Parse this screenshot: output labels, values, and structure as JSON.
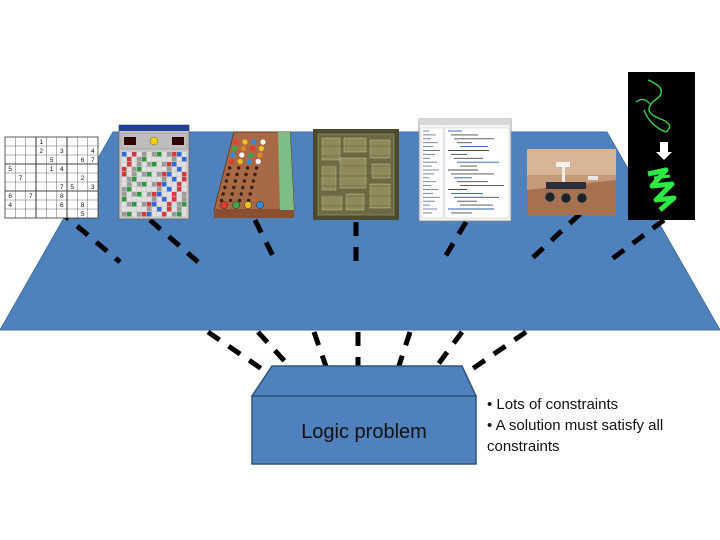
{
  "colors": {
    "plane": "#4f81bd",
    "plane_edge": "#41709f",
    "box": "#4f81bd",
    "box_edge": "#2f557f",
    "dash": "#000000"
  },
  "images": [
    {
      "name": "sudoku-grid-image"
    },
    {
      "name": "minesweeper-window-image"
    },
    {
      "name": "mastermind-board-image"
    },
    {
      "name": "microchip-die-image"
    },
    {
      "name": "source-code-window-image"
    },
    {
      "name": "mars-rover-image"
    },
    {
      "name": "protein-folding-image"
    }
  ],
  "sudoku": {
    "cells": [
      "",
      "",
      "",
      "1",
      "",
      "",
      "",
      "",
      "",
      "",
      "",
      "",
      "2",
      "",
      "3",
      "",
      "",
      "4",
      "",
      "",
      "",
      "",
      "5",
      "",
      "",
      "6",
      "7",
      "5",
      "",
      "",
      "",
      "1",
      "4",
      "",
      "",
      "",
      "",
      "7",
      "",
      "",
      "",
      "",
      "",
      "2",
      "",
      "",
      "",
      "",
      "",
      "",
      "7",
      "5",
      "",
      "3",
      "6",
      "",
      "7",
      "",
      "",
      "8",
      "",
      "",
      "",
      "4",
      "",
      "",
      "",
      "",
      "6",
      "",
      "8",
      "",
      "",
      "",
      "",
      "",
      "",
      "",
      "",
      "5",
      ""
    ]
  },
  "logic_box": {
    "label": "Logic problem"
  },
  "bullets": [
    "• Lots of constraints",
    "• A solution must satisfy all constraints"
  ]
}
